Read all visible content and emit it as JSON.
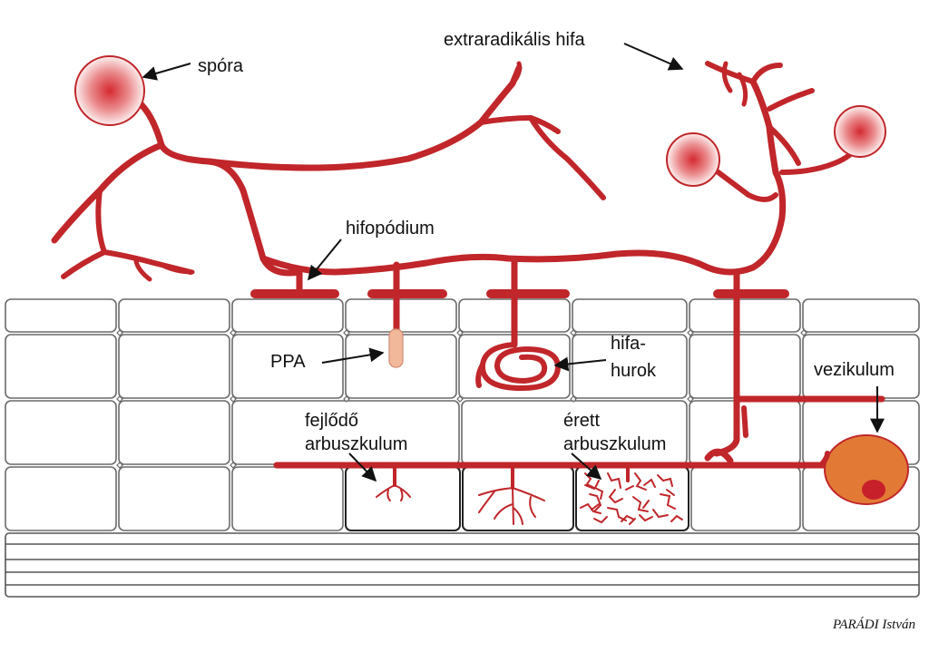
{
  "labels": {
    "spora": "spóra",
    "extraradikalis": "extraradikális hifa",
    "hifopodium": "hifopódium",
    "ppa": "PPA",
    "hifahurok_1": "hifa-",
    "hifahurok_2": "hurok",
    "vezikulum": "vezikulum",
    "fejlodo_1": "fejlődő",
    "fejlodo_2": "arbuszkulum",
    "erett_1": "érett",
    "erett_2": "arbuszkulum"
  },
  "credit": "PARÁDI István",
  "colors": {
    "hypha": "#c0262a",
    "vesicle": "#e27a35",
    "vesicle_nucleus": "#c8202a",
    "ppa": "#f2b89a",
    "cell_border": "#6a6a6a",
    "spore_center": "#d42a30",
    "spore_edge": "#fbe3e3"
  }
}
